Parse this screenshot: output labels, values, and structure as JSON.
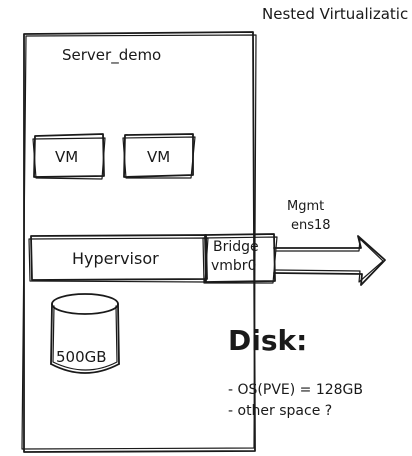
{
  "title": "Nested Virtualizatic",
  "server": {
    "label": "Server_demo"
  },
  "vms": [
    {
      "label": "VM"
    },
    {
      "label": "VM"
    }
  ],
  "hypervisor": {
    "label": "Hypervisor"
  },
  "bridge": {
    "line1": "Bridge",
    "line2": "vmbr0"
  },
  "mgmt": {
    "line1": "Mgmt",
    "line2": "ens18"
  },
  "disk": {
    "label": "500GB"
  },
  "notes": {
    "heading": "Disk:",
    "lines": [
      "- OS(PVE) = 128GB",
      "- other space ?"
    ]
  }
}
